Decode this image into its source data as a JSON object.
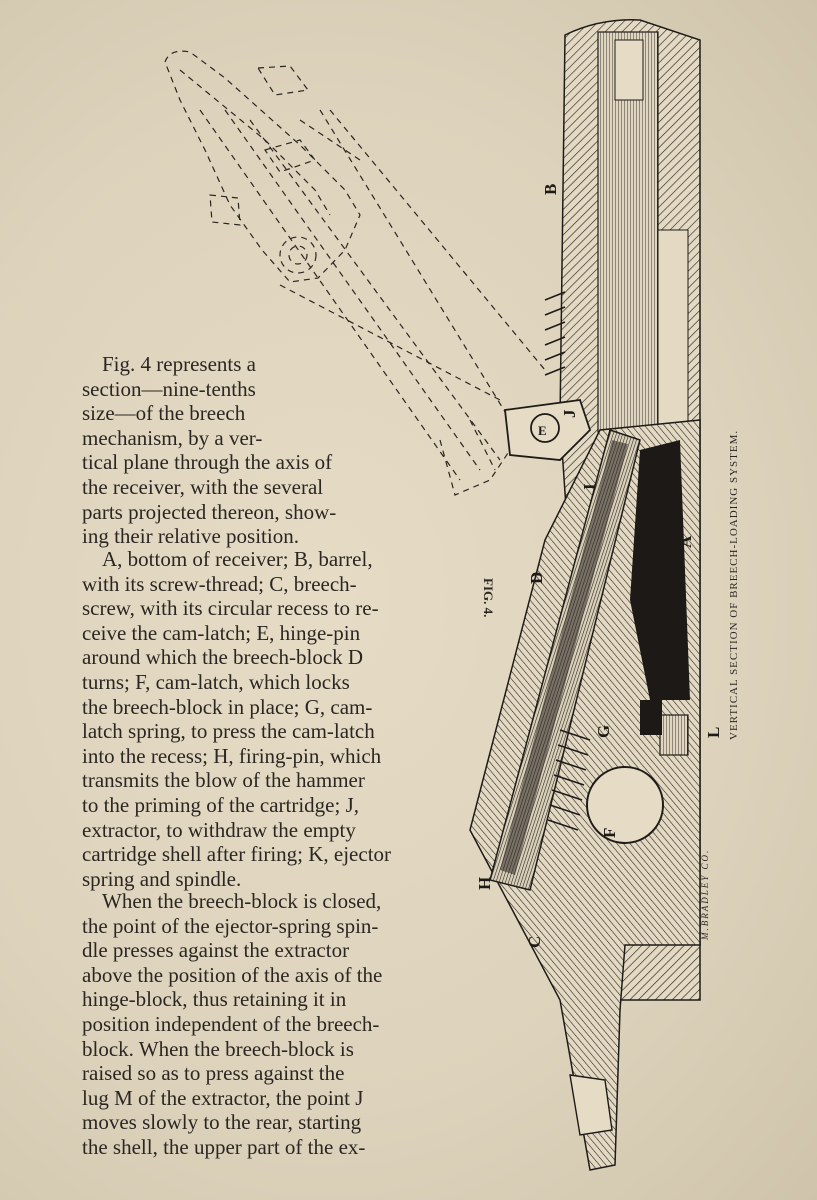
{
  "figure": {
    "tag": "FIG. 4.",
    "caption": "VERTICAL SECTION OF BREECH-LOADING SYSTEM.",
    "engraver": "M.BRADLEY CO.",
    "labels": [
      "A",
      "B",
      "C",
      "D",
      "E",
      "F",
      "G",
      "H",
      "I",
      "J",
      "L"
    ]
  },
  "paragraph_1": {
    "lines": [
      "Fig. 4 represents a",
      "section—nine-tenths",
      "size—of the breech",
      "mechanism, by a ver-",
      "tical plane through the axis of",
      "the receiver, with the several",
      "parts projected thereon, show-",
      "ing their relative position."
    ]
  },
  "paragraph_2": {
    "lines": [
      "A, bottom of receiver; B, barrel,",
      "with its screw-thread; C, breech-",
      "screw, with its circular recess to re-",
      "ceive the cam-latch; E, hinge-pin",
      "around which the breech-block D",
      "turns; F, cam-latch, which locks",
      "the breech-block in place; G, cam-",
      "latch spring, to press the cam-latch",
      "into the recess; H, firing-pin, which",
      "transmits the blow of the hammer",
      "to the priming of the cartridge; J,",
      "extractor, to withdraw the empty",
      "cartridge shell after firing; K, ejector",
      "spring and spindle."
    ]
  },
  "paragraph_3": {
    "lines": [
      "When the breech-block is closed,",
      "the point of the ejector-spring spin-",
      "dle presses against the extractor",
      "above the position of the axis of the",
      "hinge-block, thus retaining it in",
      "position independent of the breech-",
      "block.  When the breech-block is",
      "raised so as to press against the",
      "lug M of the extractor, the point J",
      "moves slowly to the rear, starting",
      "the shell, the upper part of the ex-"
    ]
  }
}
